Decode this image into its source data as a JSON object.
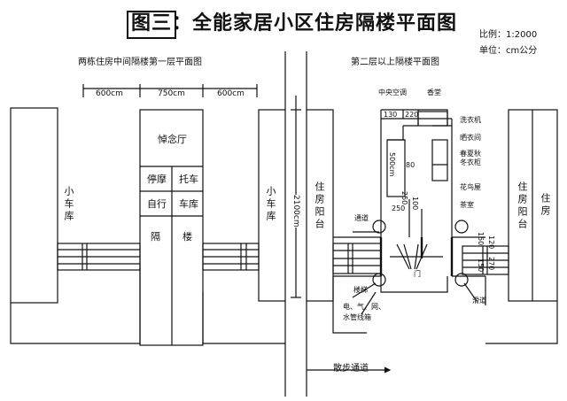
{
  "title": "图三：全能家居小区住房隔楼平面图",
  "scale": "比例：1:2000",
  "unit": "单位：cm公分",
  "left_plan": {
    "subtitle": "两栋住房中间隔楼第一层平面图",
    "dims": [
      "600cm",
      "750cm",
      "600cm"
    ],
    "garage_left": "小车库",
    "garage_right": "小车库",
    "memorial": "悼念厅",
    "rooms": [
      "停摩",
      "托车",
      "自行",
      "车库"
    ],
    "stair": [
      "隔",
      "楼"
    ]
  },
  "road_dim": "2100cm",
  "right_plan": {
    "subtitle": "第二层以上隔楼平面图",
    "balcony_left": "住房阳台",
    "balcony_right": "住房阳台",
    "house_right": "住房",
    "labels": {
      "central_ac": "中央空调",
      "incense": "香堂",
      "washer": "洗衣机",
      "drying": "晒衣间",
      "wardrobe_1": "春夏秋",
      "wardrobe_2": "冬衣柜",
      "flower": "花鸟屋",
      "tea": "茶室",
      "passage": "通道",
      "stairs": "楼梯",
      "utility_1": "电、气、网、",
      "utility_2": "水管线箱",
      "slide": "滑道",
      "door": "门"
    },
    "numbers": {
      "n130": "130",
      "n220": "220",
      "n500cm": "500cm",
      "n80": "80",
      "n250a": "250",
      "n250b": "250",
      "n100": "100",
      "n150a": "150",
      "n150b": "150",
      "n120": "120",
      "n270": "270"
    }
  },
  "footer": "散步通道"
}
